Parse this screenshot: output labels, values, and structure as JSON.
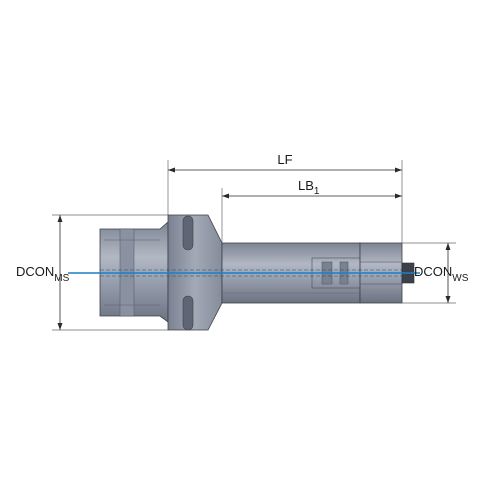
{
  "labels": {
    "lf": "LF",
    "lb_main": "LB",
    "lb_sub": "1",
    "dcon_ms_main": "DCON",
    "dcon_ms_sub": "MS",
    "dcon_ws_main": "DCON",
    "dcon_ws_sub": "WS"
  },
  "colors": {
    "body": "#8c93a1",
    "body_dark": "#6e7584",
    "body_light": "#a9afbb",
    "outline": "#3b3f47",
    "centerline": "#1e7fc4",
    "dimension": "#2a2a2a"
  }
}
